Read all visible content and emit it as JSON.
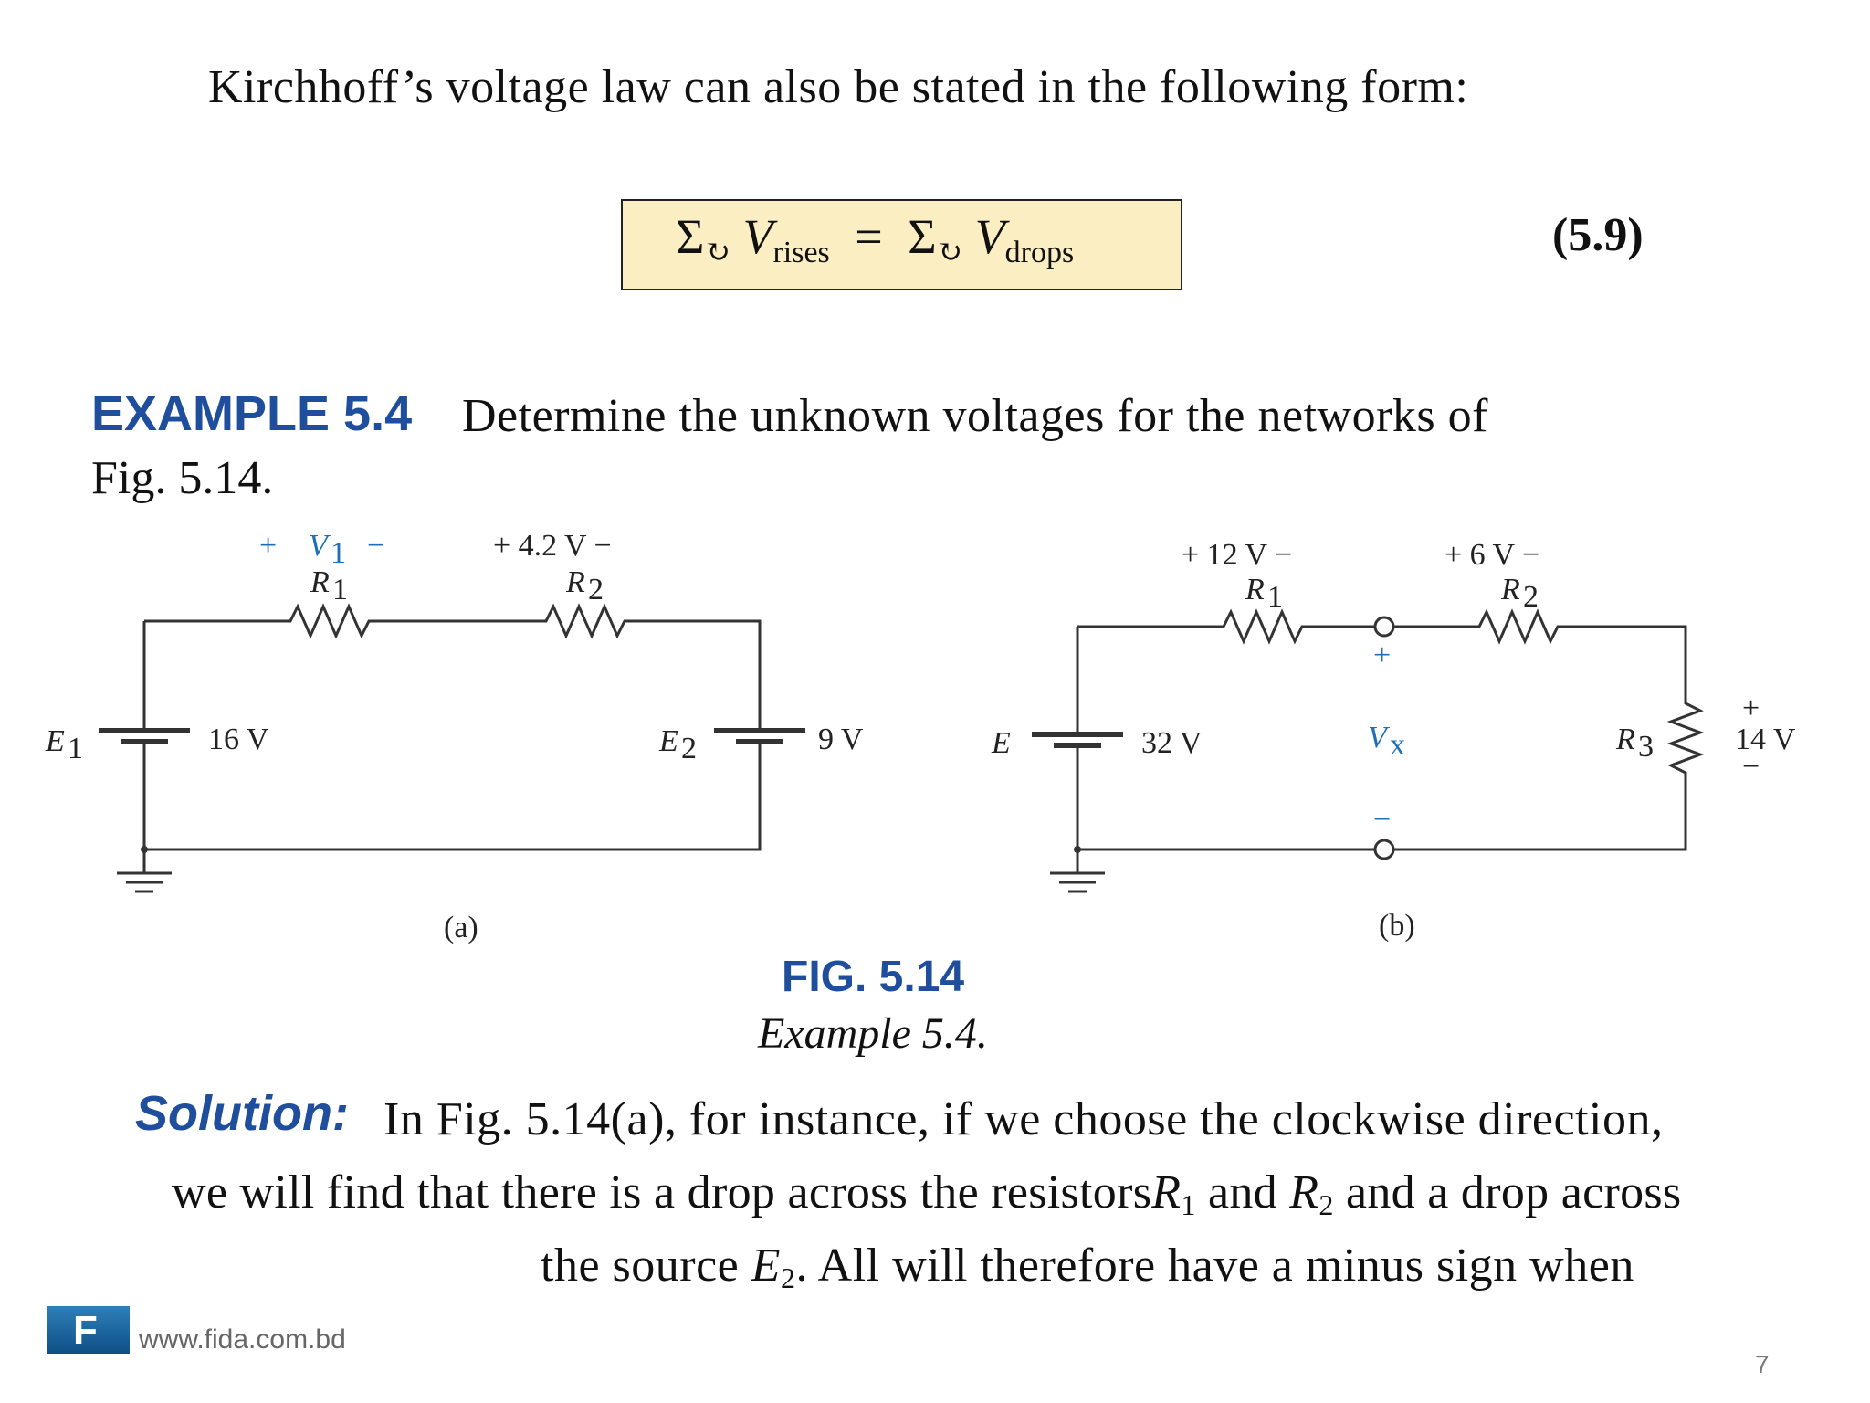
{
  "intro_text": "Kirchhoff’s voltage law can also be stated in the following form:",
  "formula": {
    "sigma": "Σ",
    "circ_arrow": "↻",
    "v": "V",
    "rises_sub": "rises",
    "equals": "=",
    "drops_sub": "drops",
    "eq_number": "(5.9)"
  },
  "example": {
    "label": "EXAMPLE 5.4",
    "text_line1": "Determine the unknown voltages for the networks of",
    "text_line2": "Fig. 5.14."
  },
  "circuit_a": {
    "v1_plus": "+",
    "v1_label": "V",
    "v1_sub": "1",
    "v1_minus": "−",
    "r1_label": "R",
    "r1_sub": "1",
    "r2_voltage": "+ 4.2 V −",
    "r2_label": "R",
    "r2_sub": "2",
    "e1_label": "E",
    "e1_sub": "1",
    "e1_value": "16 V",
    "e2_label": "E",
    "e2_sub": "2",
    "e2_value": "9 V",
    "caption": "(a)"
  },
  "circuit_b": {
    "r1_voltage": "+ 12 V −",
    "r1_label": "R",
    "r1_sub": "1",
    "r2_voltage": "+ 6 V −",
    "r2_label": "R",
    "r2_sub": "2",
    "e_label": "E",
    "e_value": "32 V",
    "vx_plus": "+",
    "vx_label": "V",
    "vx_sub": "x",
    "vx_minus": "−",
    "r3_label": "R",
    "r3_sub": "3",
    "r3_plus": "+",
    "r3_value": "14 V",
    "r3_minus": "−",
    "caption": "(b)"
  },
  "figure": {
    "label": "FIG. 5.14",
    "caption": "Example 5.4."
  },
  "solution": {
    "label": "Solution:",
    "line1": "In Fig. 5.14(a), for instance, if we choose the clockwise direction,",
    "line2_a": "we will find that there is a drop across the resistors",
    "line2_r": "R",
    "line2_r1_sub": "1",
    "line2_and": " and ",
    "line2_r2_sub": "2",
    "line2_b": " and a drop across",
    "line3_a": "the source ",
    "line3_e": "E",
    "line3_e_sub": "2",
    "line3_b": ". All will therefore have a minus sign when"
  },
  "footer": {
    "logo_letter": "F",
    "url": "www.fida.com.bd",
    "page_number": "7"
  },
  "colors": {
    "accent_blue": "#1f4e9c",
    "formula_box": "#fbeec2"
  }
}
